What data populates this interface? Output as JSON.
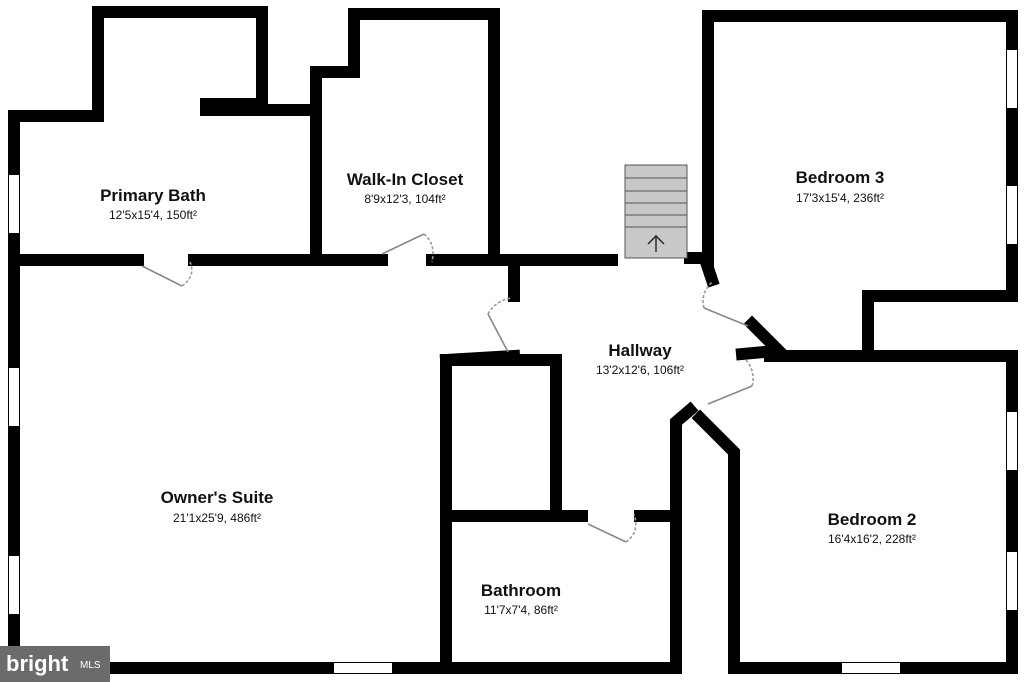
{
  "rooms": {
    "primary_bath": {
      "name": "Primary Bath",
      "dims": "12'5x15'4, 150ft²"
    },
    "walk_in_closet": {
      "name": "Walk-In Closet",
      "dims": "8'9x12'3, 104ft²"
    },
    "bedroom_3": {
      "name": "Bedroom 3",
      "dims": "17'3x15'4, 236ft²"
    },
    "hallway": {
      "name": "Hallway",
      "dims": "13'2x12'6, 106ft²"
    },
    "owners_suite": {
      "name": "Owner's Suite",
      "dims": "21'1x25'9, 486ft²"
    },
    "bedroom_2": {
      "name": "Bedroom 2",
      "dims": "16'4x16'2, 228ft²"
    },
    "bathroom": {
      "name": "Bathroom",
      "dims": "11'7x7'4, 86ft²"
    }
  },
  "watermark": {
    "brand": "bright",
    "suffix": "MLS"
  },
  "colors": {
    "wall": "#000000",
    "stairs": "#c8c8c8",
    "door": "#999999",
    "logo": "#6b6b6b"
  },
  "icons": {
    "stairs_arrow": "arrow-up-icon"
  }
}
